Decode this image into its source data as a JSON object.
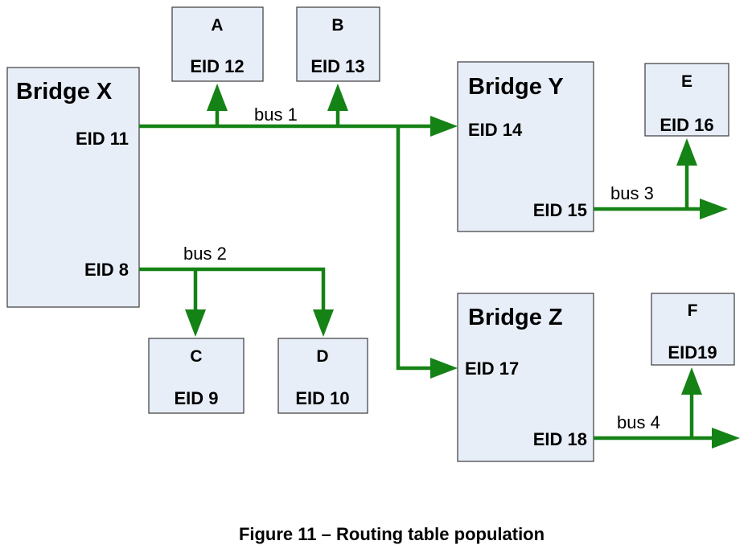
{
  "bridges": {
    "x": {
      "title": "Bridge X",
      "port_top": "EID 11",
      "port_bottom": "EID 8"
    },
    "y": {
      "title": "Bridge Y",
      "port_in": "EID 14",
      "port_out": "EID 15"
    },
    "z": {
      "title": "Bridge Z",
      "port_in": "EID 17",
      "port_out": "EID 18"
    }
  },
  "nodes": {
    "a": {
      "label": "A",
      "eid": "EID 12"
    },
    "b": {
      "label": "B",
      "eid": "EID 13"
    },
    "c": {
      "label": "C",
      "eid": "EID 9"
    },
    "d": {
      "label": "D",
      "eid": "EID 10"
    },
    "e": {
      "label": "E",
      "eid": "EID 16"
    },
    "f": {
      "label": "F",
      "eid": "EID19"
    }
  },
  "buses": {
    "bus1": "bus 1",
    "bus2": "bus 2",
    "bus3": "bus 3",
    "bus4": "bus 4"
  },
  "caption": "Figure 11 – Routing table population",
  "colors": {
    "wire": "#158215",
    "box_fill": "#e8eef8"
  }
}
